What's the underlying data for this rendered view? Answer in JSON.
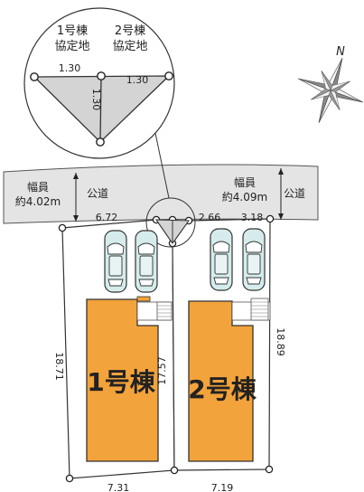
{
  "road": {
    "label_left": "公道",
    "label_right": "公道",
    "width_label_left": "幅員",
    "width_value_left": "約4.02m",
    "width_label_right": "幅員",
    "width_value_right": "約4.09m",
    "color": "#e4e4e4"
  },
  "inset": {
    "lot1_label_line1": "1号棟",
    "lot1_label_line2": "協定地",
    "lot2_label_line1": "2号棟",
    "lot2_label_line2": "協定地",
    "dim_left": "1.30",
    "dim_right": "1.30",
    "dim_vertical": "1.30",
    "triangle_fill": "#d4d4d4"
  },
  "compass": {
    "north_label": "N"
  },
  "lots": {
    "lot1": {
      "label": "1号棟",
      "frontage": "6.72",
      "left_side": "18.71",
      "rear": "7.31",
      "shared_side": "17.57"
    },
    "lot2": {
      "label": "2号棟",
      "frontage_a": "2.66",
      "frontage_b": "3.18",
      "right_side": "18.89",
      "rear": "7.19"
    }
  },
  "colors": {
    "house": "#f3a33b",
    "car": "#d6ecec",
    "outline": "#333333"
  }
}
